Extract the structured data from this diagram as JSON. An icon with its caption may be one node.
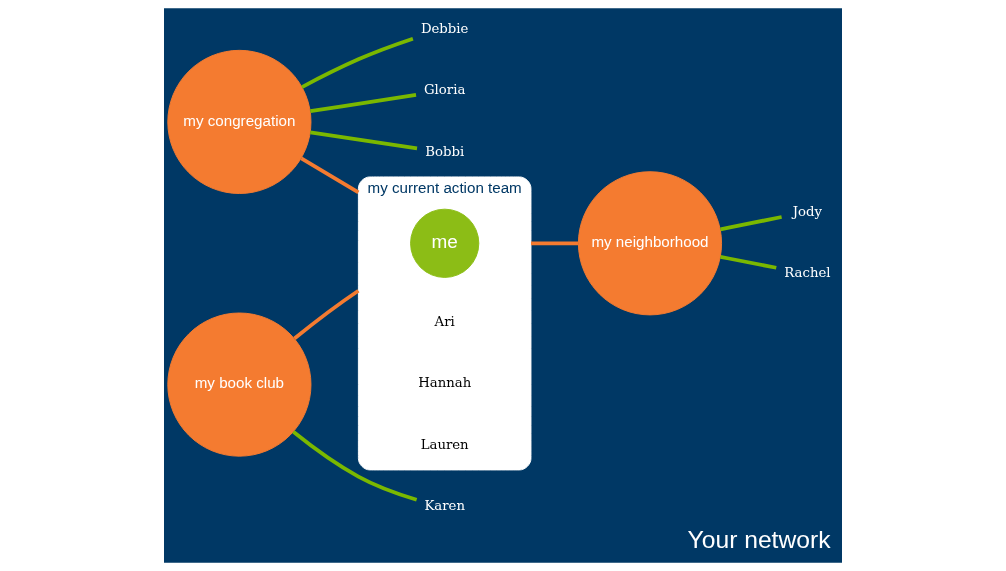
{
  "diagram": {
    "caption": "Your network",
    "nodes": [
      {
        "text": [
          "my congregation"
        ]
      },
      {
        "text": [
          "Debbie"
        ]
      },
      {
        "text": [
          "Gloria"
        ]
      },
      {
        "text": [
          "Bobbi"
        ]
      },
      {
        "text": [
          "my current action team"
        ]
      },
      {
        "text": [
          "me"
        ],
        "in": 4
      },
      {
        "text": [
          "Ari"
        ],
        "in": 4
      },
      {
        "text": [
          "Hannah"
        ],
        "in": 4
      },
      {
        "text": [
          "Lauren"
        ],
        "in": 4
      },
      {
        "text": [
          "Jody"
        ]
      },
      {
        "text": [
          "Rachel"
        ]
      },
      {
        "text": [
          "my neighborhood"
        ]
      },
      {
        "text": [
          "my book club"
        ]
      },
      {
        "text": [
          "Karen"
        ]
      }
    ],
    "edges": [
      {
        "from": 0,
        "to": 1,
        "arrow": "none",
        "color": "#7ab800"
      },
      {
        "from": 0,
        "to": 2,
        "arrow": "none",
        "color": "#7ab800"
      },
      {
        "from": 0,
        "to": 3,
        "arrow": "none",
        "color": "#7ab800"
      },
      {
        "from": 0,
        "to": 4,
        "arrow": "none",
        "color": "#f47b30"
      },
      {
        "from": 11,
        "to": 9,
        "arrow": "none",
        "color": "#7ab800"
      },
      {
        "from": 11,
        "to": 10,
        "arrow": "none",
        "color": "#7ab800"
      },
      {
        "from": 4,
        "to": 11,
        "arrow": "none",
        "color": "#f47b30"
      },
      {
        "from": 12,
        "to": 4,
        "arrow": "none",
        "color": "#f47b30"
      },
      {
        "from": 12,
        "to": 13,
        "arrow": "none",
        "color": "#7ab800"
      }
    ]
  }
}
